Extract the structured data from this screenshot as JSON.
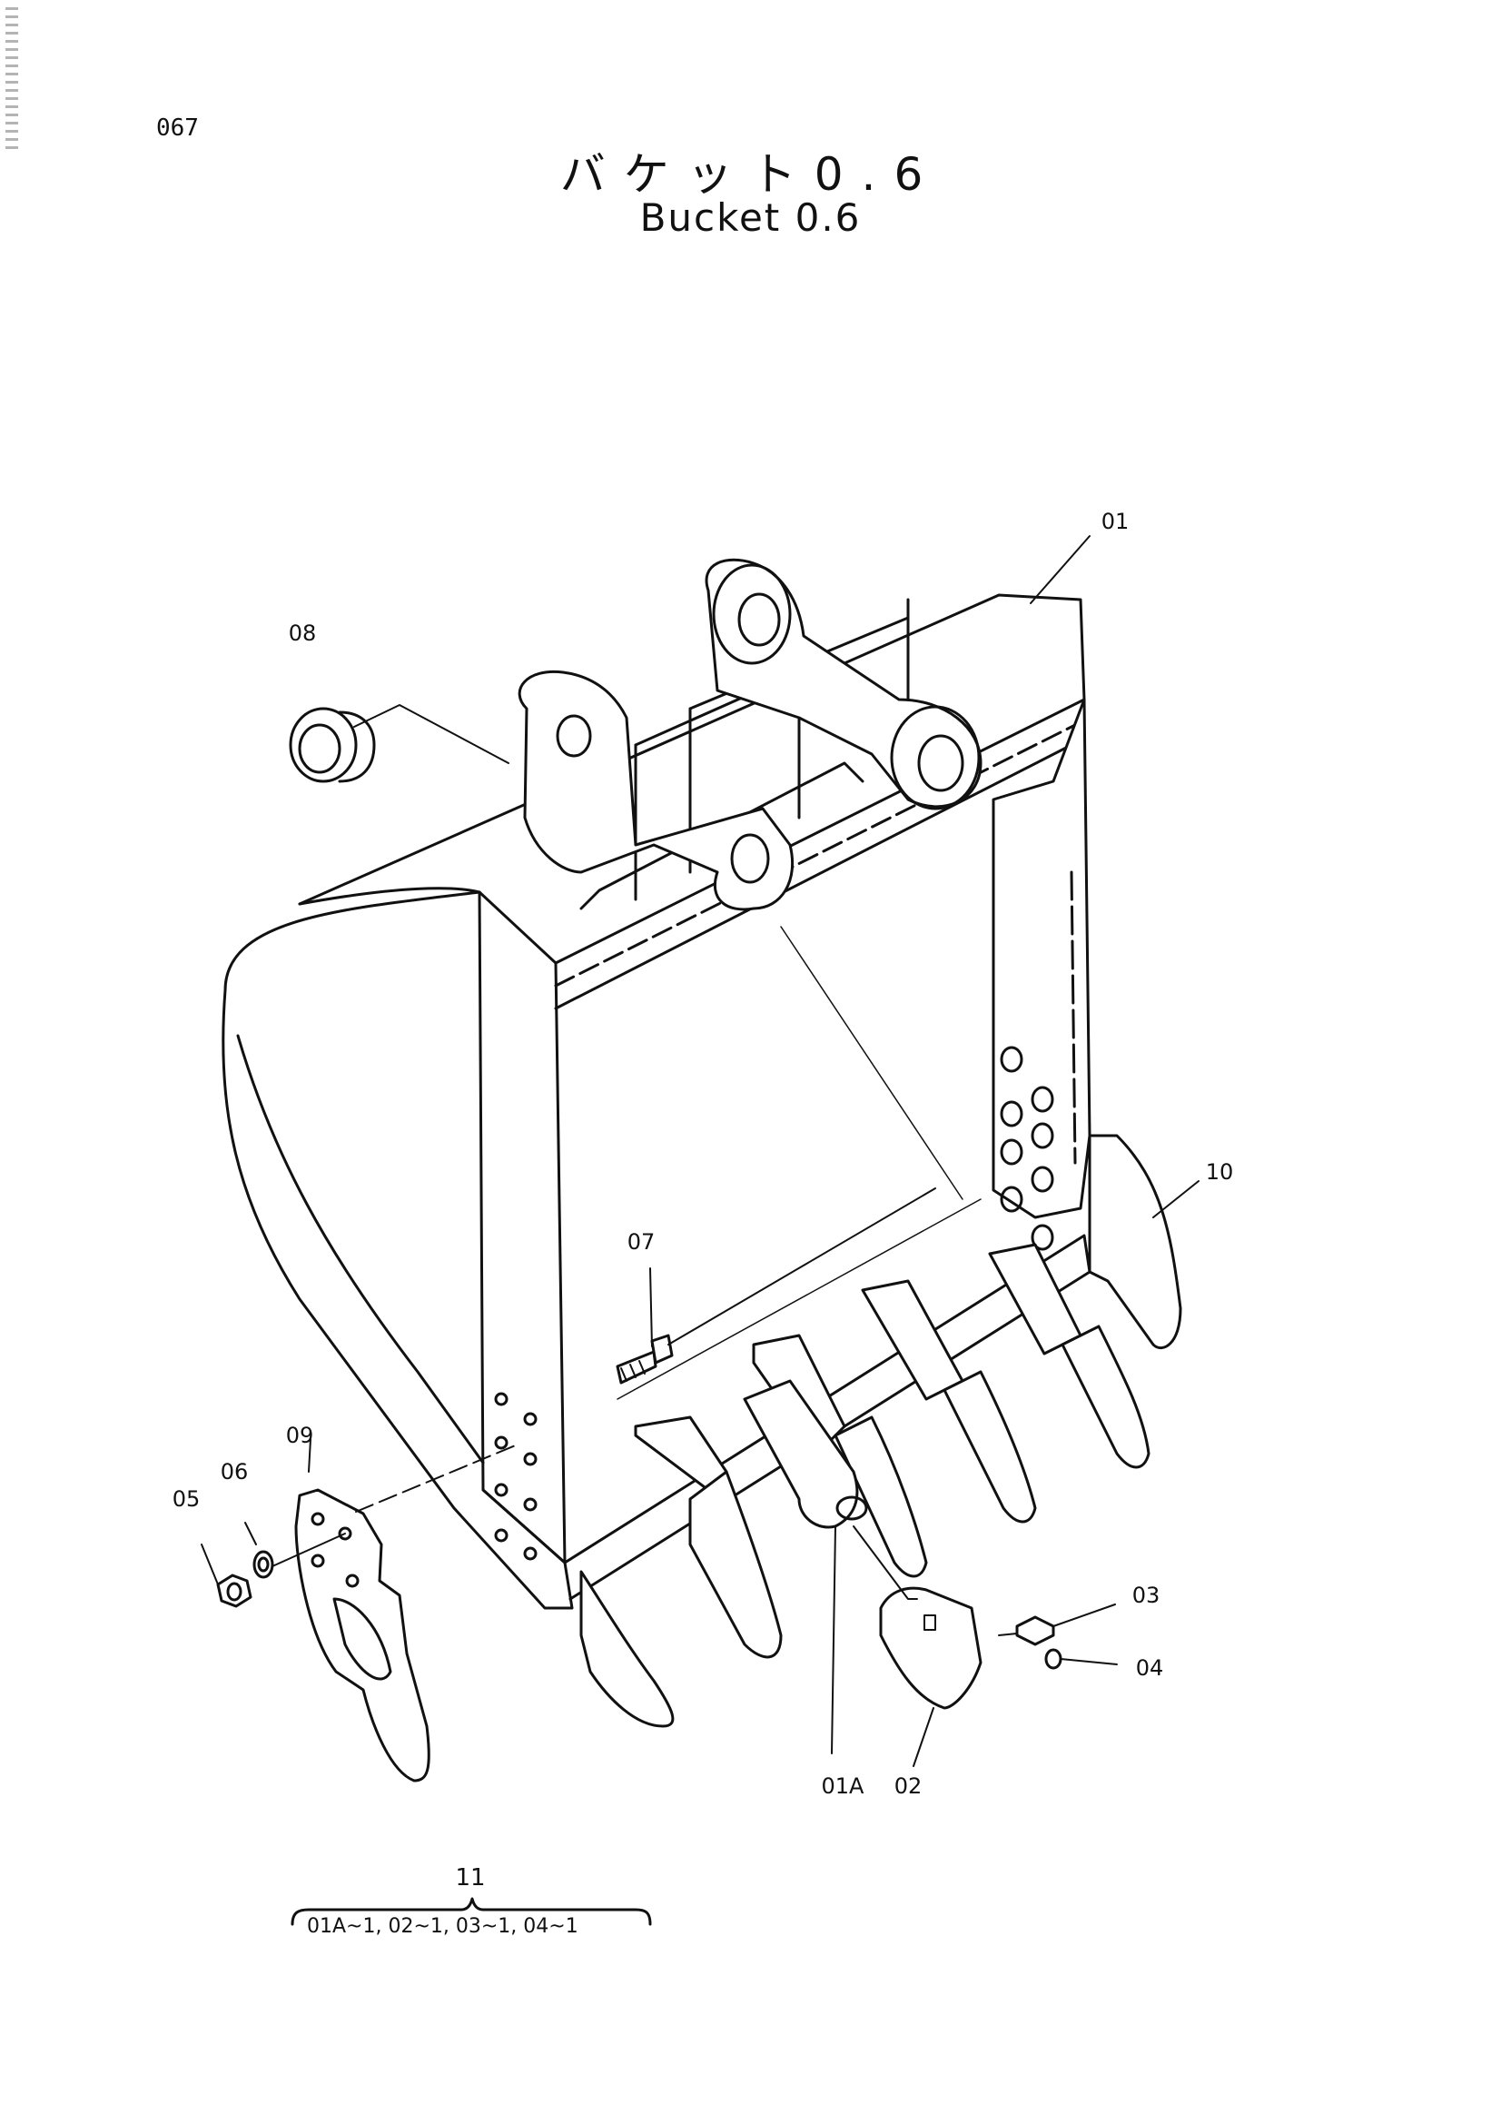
{
  "header": {
    "page_number": "067",
    "title_jp": "バケット0.6",
    "title_en": "Bucket 0.6"
  },
  "callouts": {
    "c01": "01",
    "c01a": "01A",
    "c02": "02",
    "c03": "03",
    "c04": "04",
    "c05": "05",
    "c06": "06",
    "c07": "07",
    "c08": "08",
    "c09": "09",
    "c10": "10"
  },
  "kit": {
    "number": "11",
    "contents": "01A~1, 02~1, 03~1, 04~1"
  },
  "colors": {
    "ink": "#111111",
    "paper": "#ffffff"
  }
}
